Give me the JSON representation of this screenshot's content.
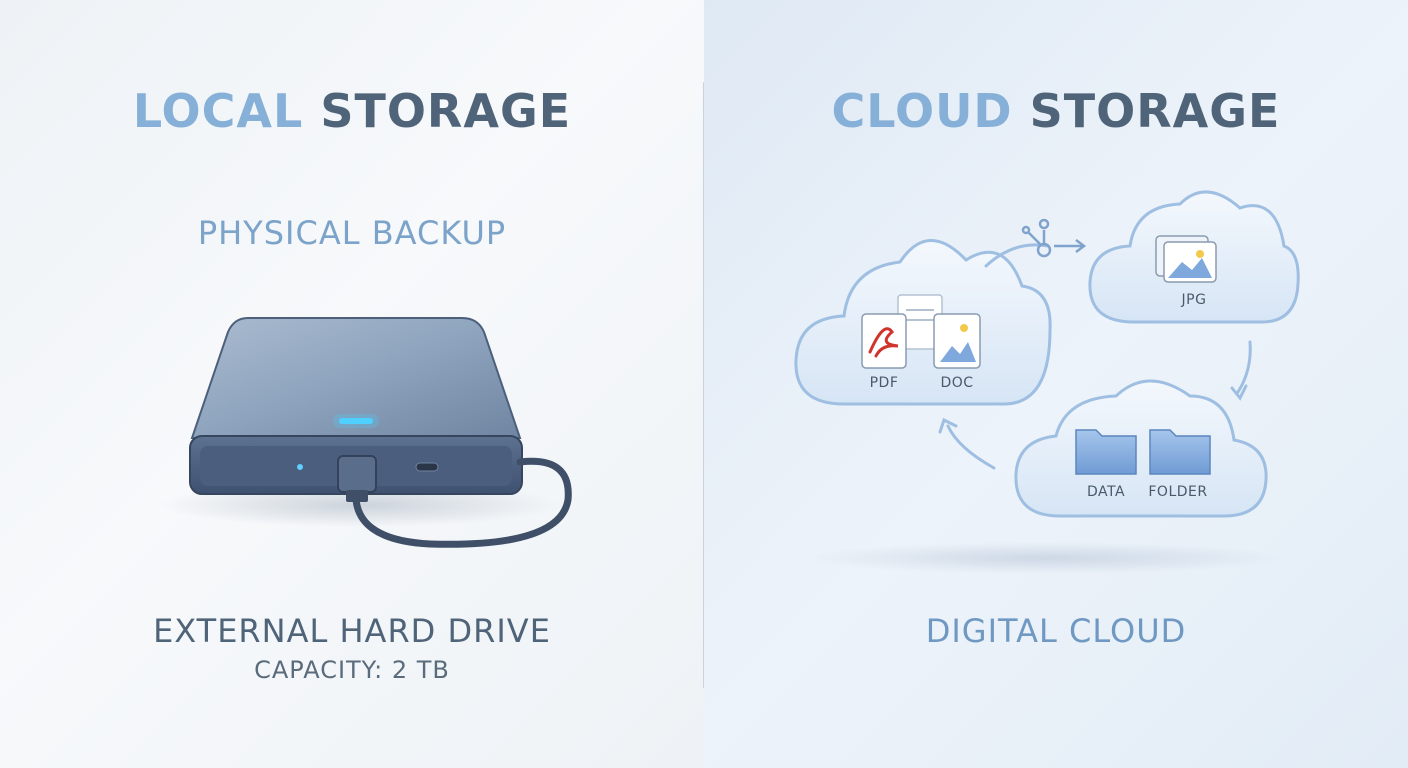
{
  "local": {
    "title_part1": "LOCAL",
    "title_part2": "STORAGE",
    "subtitle": "PHYSICAL BACKUP",
    "device_name": "EXTERNAL HARD DRIVE",
    "capacity": "CAPACITY: 2 TB"
  },
  "cloud": {
    "title_part1": "CLOUD",
    "title_part2": "STORAGE",
    "caption": "DIGITAL CLOUD",
    "files": {
      "pdf": "PDF",
      "doc": "DOC",
      "jpg": "JPG",
      "data": "DATA",
      "folder": "FOLDER"
    }
  },
  "colors": {
    "accent": "#86b0d8",
    "heading": "#4f6479",
    "pdf_red": "#d0342c",
    "folder_blue": "#7fa9dc"
  }
}
